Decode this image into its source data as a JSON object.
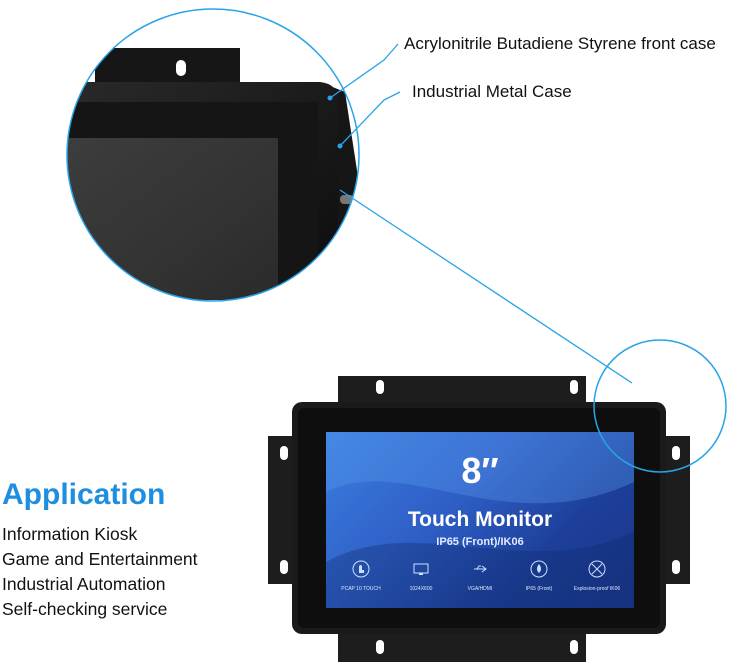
{
  "callouts": {
    "front_case": "Acrylonitrile Butadiene Styrene front case",
    "metal_case": "Industrial Metal Case"
  },
  "application": {
    "title": "Application",
    "items": [
      "Information Kiosk",
      "Game and Entertainment",
      "Industrial Automation",
      "Self-checking service"
    ]
  },
  "screen": {
    "size": "8″",
    "product": "Touch Monitor",
    "rating": "IP65 (Front)/IK06",
    "features": [
      {
        "icon": "touch-icon",
        "label": "PCAP 10 TOUCH"
      },
      {
        "icon": "resolution-icon",
        "label": "1024X600"
      },
      {
        "icon": "usb-hdmi-icon",
        "label": "VGA/HDMI"
      },
      {
        "icon": "waterproof-icon",
        "label": "IP65 (Front)"
      },
      {
        "icon": "explosion-proof-icon",
        "label": "Explosion-proof  IK06"
      }
    ]
  },
  "colors": {
    "accent": "#1e8ee0",
    "callout_line": "#29a3e8",
    "housing": "#1a1a1a",
    "screen_blue": "#2f63c9"
  }
}
